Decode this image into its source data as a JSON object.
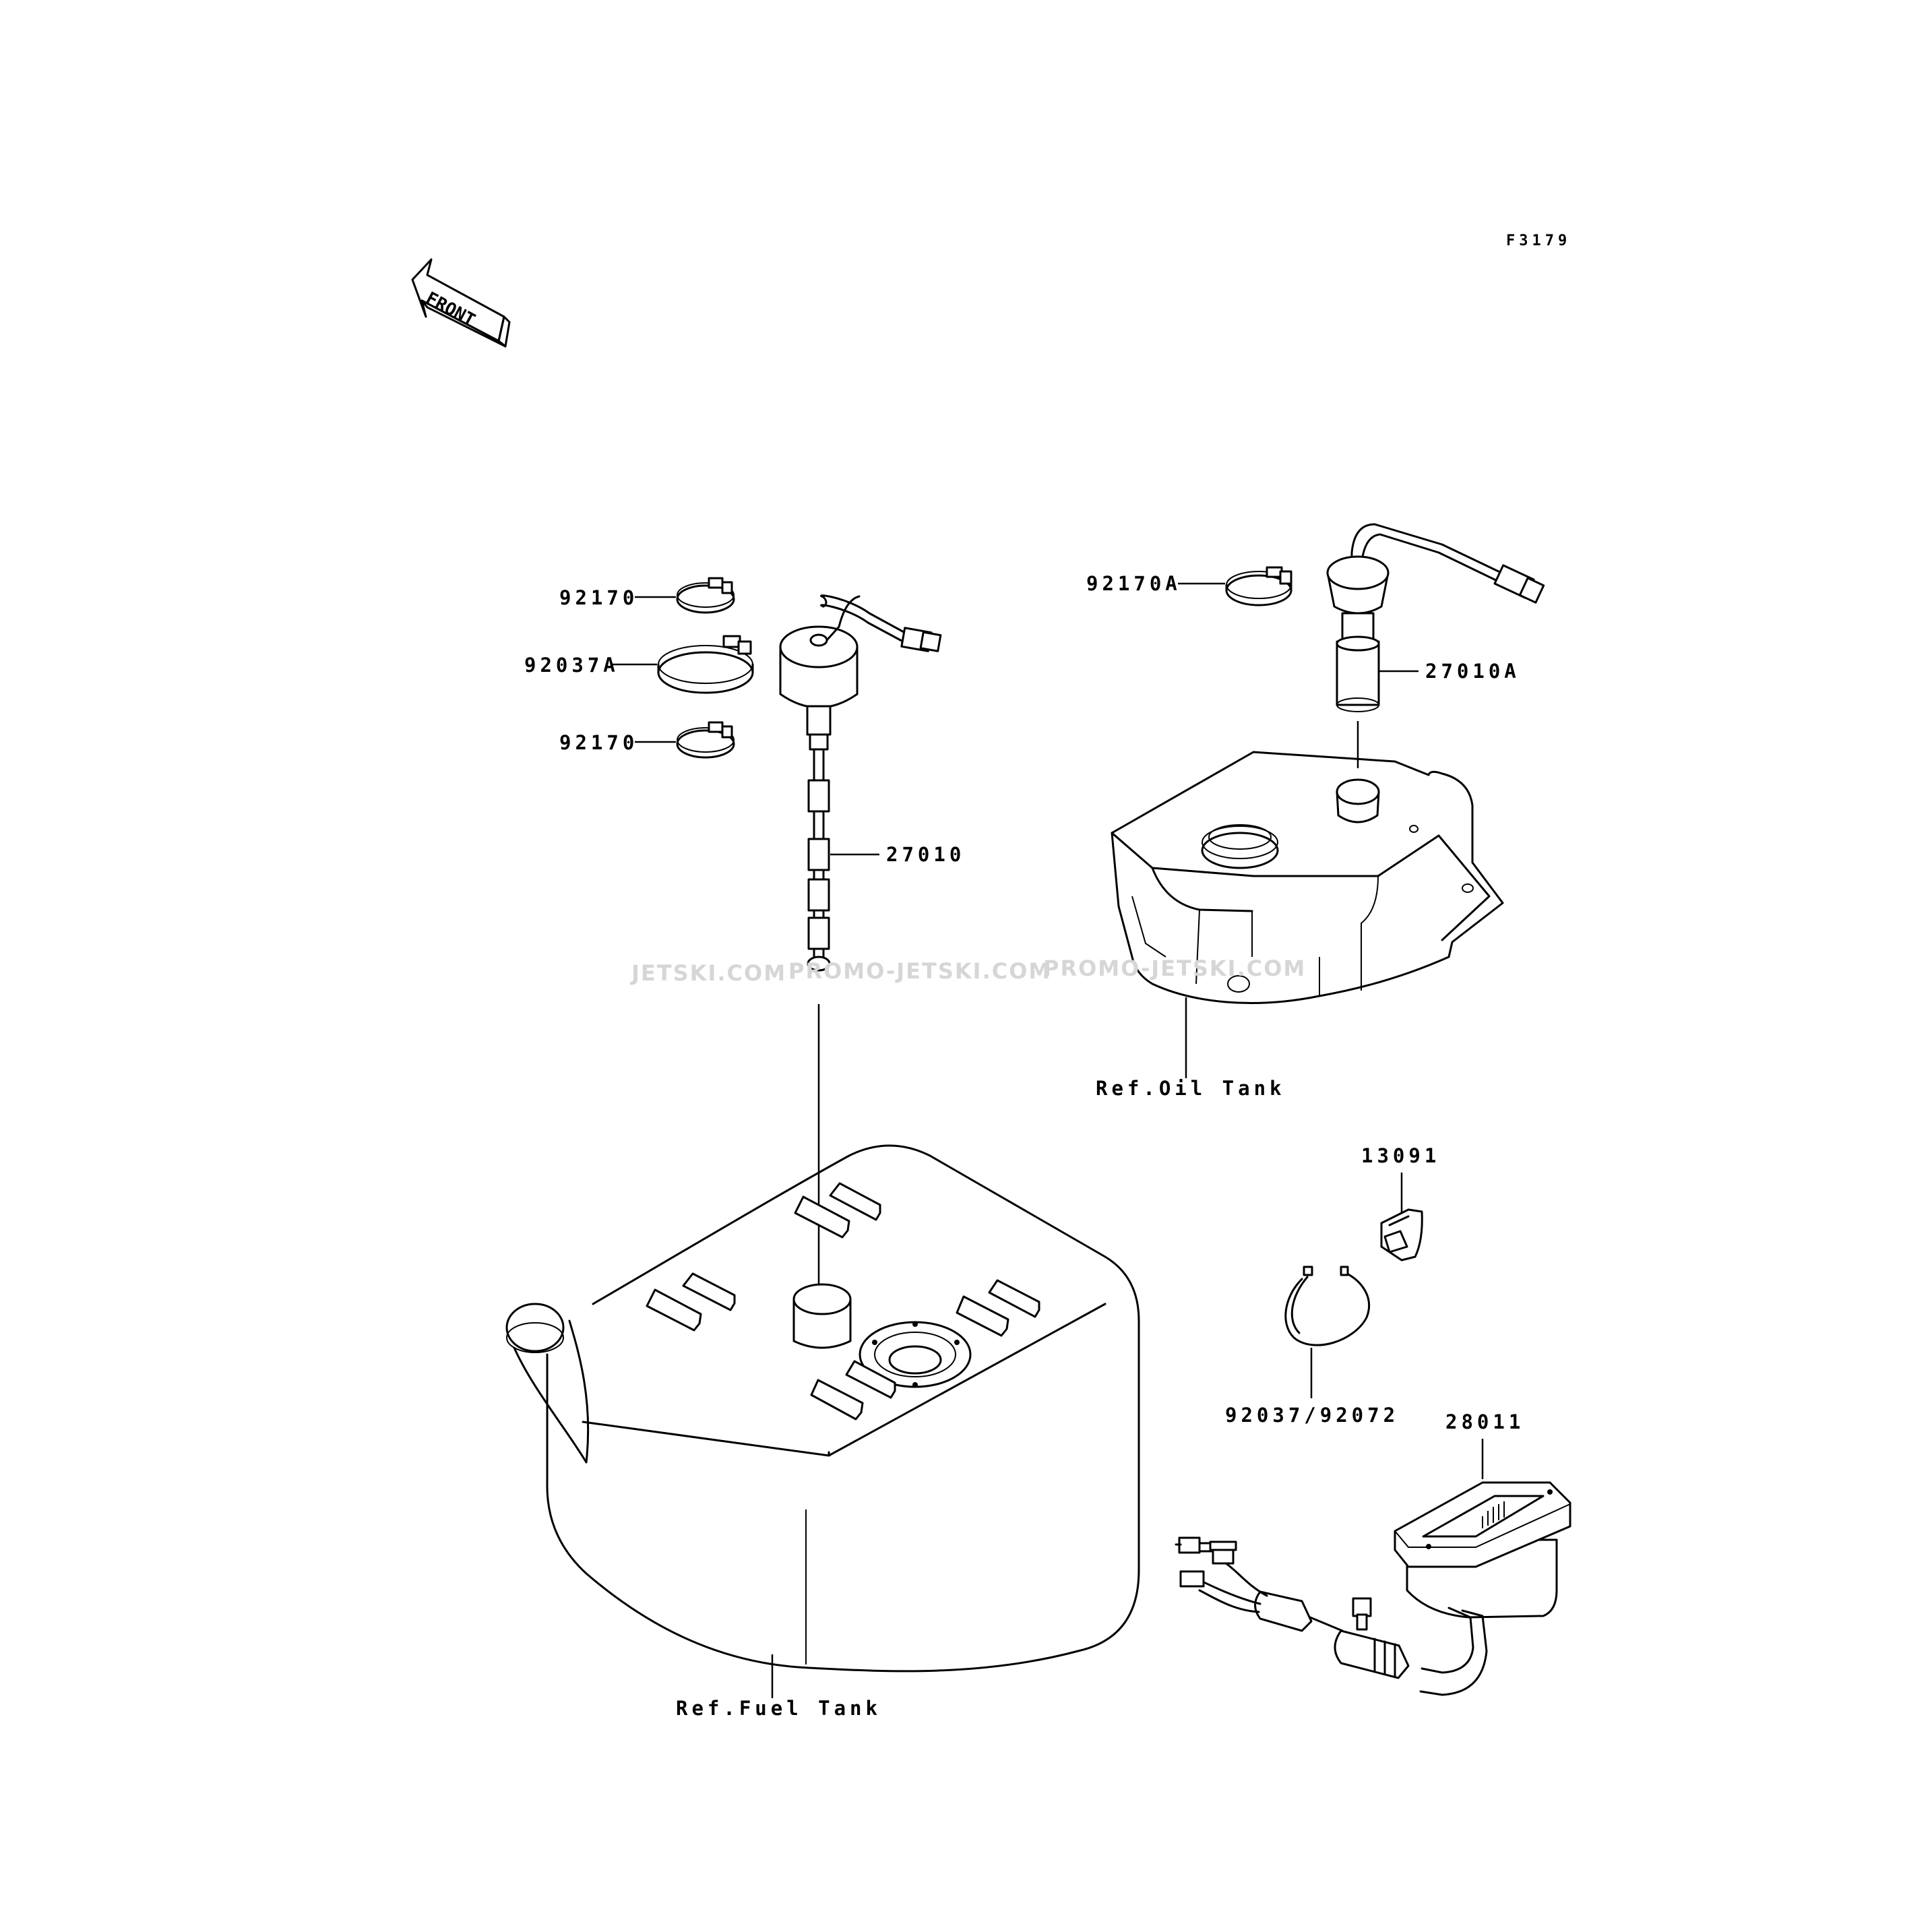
{
  "figure_code": "F3179",
  "front_indicator": "FRONT",
  "watermark": {
    "texts": [
      "JETSKI.COM",
      "PROMO-JETSKI.COM",
      "PROMO-JETSKI.COM"
    ]
  },
  "parts": {
    "clamp_small_upper": "92170",
    "clamp_large": "92037A",
    "clamp_small_lower": "92170",
    "fuel_gauge_sender": "27010",
    "oil_clamp": "92170A",
    "oil_level_sender": "27010A",
    "bracket": "13091",
    "band": "92037/92072",
    "meter": "28011"
  },
  "references": {
    "oil_tank": "Ref.Oil Tank",
    "fuel_tank": "Ref.Fuel Tank"
  }
}
